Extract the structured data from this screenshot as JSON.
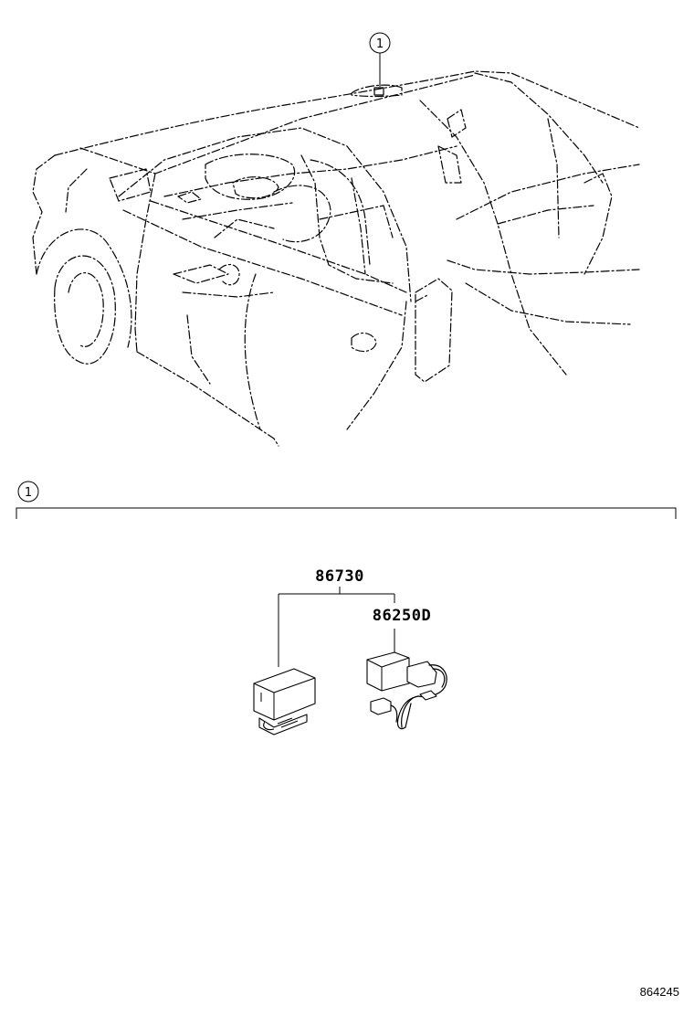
{
  "callouts": {
    "top": "1",
    "section": "1"
  },
  "parts": {
    "assembly": "86730",
    "sub": "86250D"
  },
  "figure_ref": "864245",
  "colors": {
    "line": "#000000",
    "background": "#ffffff"
  }
}
